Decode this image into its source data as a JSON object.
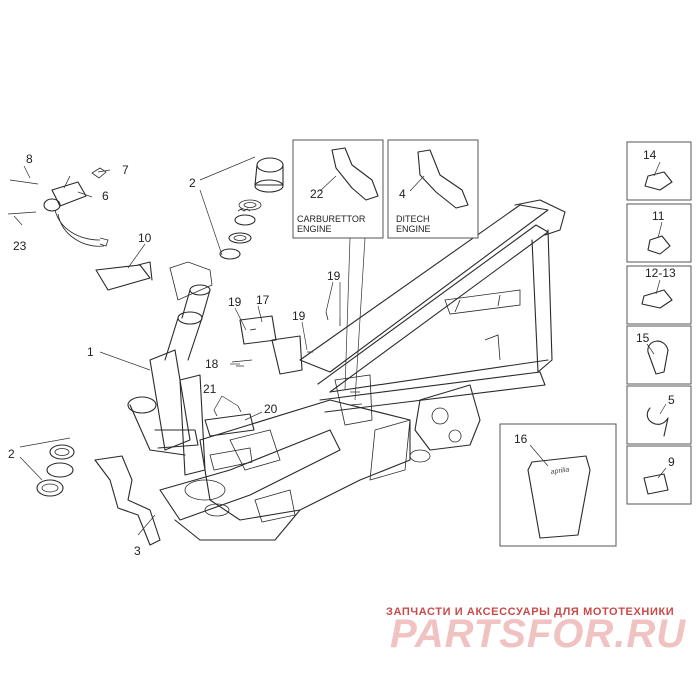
{
  "callouts": {
    "c1": "1",
    "c2a": "2",
    "c2b": "2",
    "c3": "3",
    "c4": "4",
    "c5": "5",
    "c6": "6",
    "c7": "7",
    "c8": "8",
    "c9": "9",
    "c10": "10",
    "c11": "11",
    "c12_13": "12-13",
    "c14": "14",
    "c15": "15",
    "c16": "16",
    "c17": "17",
    "c18": "18",
    "c19a": "19",
    "c19b": "19",
    "c19c": "19",
    "c20": "20",
    "c21": "21",
    "c22": "22",
    "c23": "23"
  },
  "variants": {
    "carburettor_line1": "CARBURETTOR",
    "carburettor_line2": "ENGINE",
    "ditech_line1": "DITECH",
    "ditech_line2": "ENGINE"
  },
  "pouch_brand": "aprilia",
  "watermark": {
    "tagline": "ЗАПЧАСТИ И АКСЕССУАРЫ ДЛЯ МОТОТЕХНИКИ",
    "logo": "PARTSFOR.RU"
  },
  "colors": {
    "line": "#2a2a2a",
    "watermark_red": "#c94a4a",
    "watermark_pink": "#f0c2c2"
  }
}
